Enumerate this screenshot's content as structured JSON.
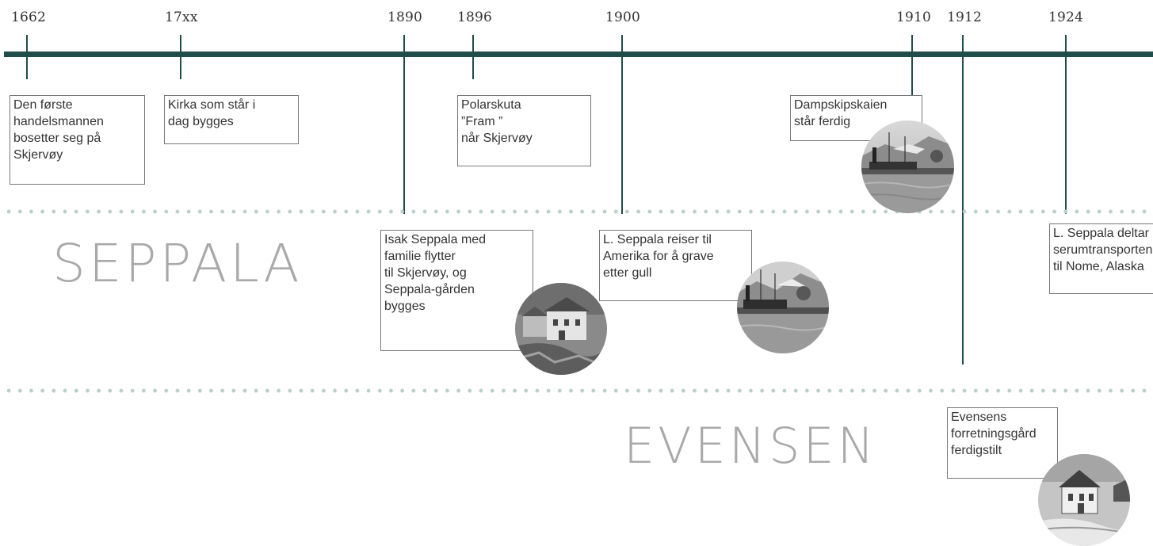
{
  "timeline": {
    "years": [
      "1662",
      "17xx",
      "1890",
      "1896",
      "1900",
      "1910",
      "1912",
      "1924"
    ],
    "events": {
      "first_merchant": "Den første\nhandelsmannen\nbosetter seg på\nSkjervøy",
      "church": "Kirka som står i\ndag bygges",
      "fram": "Polarskuta\n”Fram ”\nnår Skjervøy",
      "steamship_quay": "Dampskipskaien\nstår ferdig",
      "isak_seppala": "Isak Seppala med\nfamilie flytter\ntil Skjervøy, og\nSeppala-gården\nbygges",
      "l_seppala_america": "L. Seppala reiser til\nAmerika for å grave\netter gull",
      "serum_run": "L. Seppala deltar i\nserumtransporten\ntil Nome, Alaska",
      "evensen_building": "Evensens\nforretningsgård\nferdigstilt"
    }
  },
  "families": {
    "seppala": "SEPPALA",
    "evensen": "EVENSEN"
  },
  "photos": {
    "steamship_quay": "steamship-photo",
    "seppala_farm": "farmhouse-photo",
    "america_ship": "steamship-photo",
    "evensen_house": "house-photo"
  },
  "colors": {
    "timeline": "#1f4d4a",
    "dots": "#b9cfcb",
    "family_label": "#a9a9a9"
  }
}
